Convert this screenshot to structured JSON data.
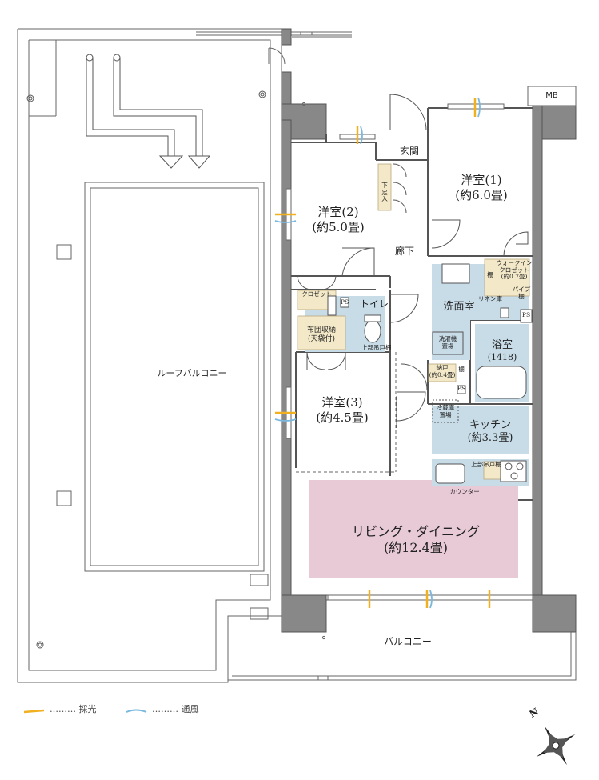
{
  "rooms": {
    "western1": {
      "name": "洋室(1)",
      "size": "(約6.0畳)"
    },
    "western2": {
      "name": "洋室(2)",
      "size": "(約5.0畳)"
    },
    "western3": {
      "name": "洋室(3)",
      "size": "(約4.5畳)"
    },
    "ldk": {
      "name": "リビング・ダイニング",
      "size": "(約12.4畳)"
    },
    "kitchen": {
      "name": "キッチン",
      "size": "(約3.3畳)"
    },
    "bath": {
      "name": "浴室",
      "size": "(1418)"
    },
    "washroom": {
      "name": "洗面室"
    },
    "toilet": {
      "name": "トイレ"
    },
    "hallway": {
      "name": "廊下"
    },
    "entrance": {
      "name": "玄関"
    }
  },
  "storage": {
    "shoe": "下足入",
    "closet": "クロゼット",
    "futon_line1": "布団収納",
    "futon_line2": "(天袋付)",
    "wic_line1": "ウォークイン",
    "wic_line2": "クロゼット",
    "wic_line3": "(約0.7畳)",
    "shelf": "棚",
    "shelf2": "棚",
    "pipe_line1": "パイプ",
    "pipe_line2": "棚",
    "linen": "リネン庫",
    "pantry_line1": "納戸",
    "pantry_line2": "(約0.4畳)",
    "upper_cabinet": "上部吊戸棚",
    "upper_cabinet2": "上部吊戸棚",
    "washer_line1": "洗濯機",
    "washer_line2": "置場",
    "fridge_line1": "冷蔵庫",
    "fridge_line2": "置場",
    "counter": "カウンター"
  },
  "labels": {
    "mb": "MB",
    "ps1": "PS",
    "ps2": "PS",
    "ps3": "PS",
    "roof_balcony": "ルーフバルコニー",
    "balcony": "バルコニー"
  },
  "legend": {
    "light_dash": "………",
    "light_label": "採光",
    "wind_dash": "………",
    "wind_label": "通風"
  },
  "compass": {
    "north": "N"
  },
  "colors": {
    "ldk_fill": "#e8c9d6",
    "wet_fill": "#c8dce8",
    "storage_fill": "#f3e8c8",
    "wall": "#555555",
    "light": "#f0b020",
    "wind": "#7ab8e0"
  }
}
